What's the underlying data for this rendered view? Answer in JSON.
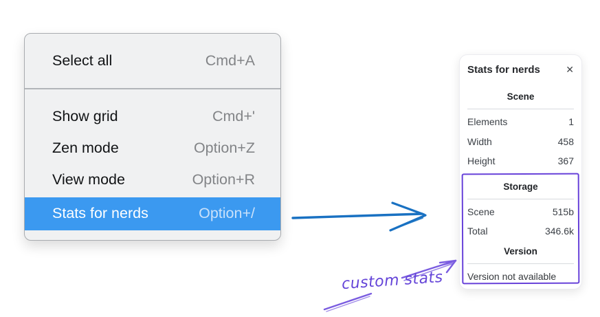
{
  "menu": {
    "items": [
      {
        "label": "Select all",
        "shortcut": "Cmd+A",
        "selected": false
      },
      {
        "label": "Show grid",
        "shortcut": "Cmd+'",
        "selected": false
      },
      {
        "label": "Zen mode",
        "shortcut": "Option+Z",
        "selected": false
      },
      {
        "label": "View mode",
        "shortcut": "Option+R",
        "selected": false
      },
      {
        "label": "Stats for nerds",
        "shortcut": "Option+/",
        "selected": true
      }
    ]
  },
  "stats_panel": {
    "title": "Stats for nerds",
    "sections": [
      {
        "heading": "Scene",
        "rows": [
          {
            "label": "Elements",
            "value": "1"
          },
          {
            "label": "Width",
            "value": "458"
          },
          {
            "label": "Height",
            "value": "367"
          }
        ]
      },
      {
        "heading": "Storage",
        "rows": [
          {
            "label": "Scene",
            "value": "515b"
          },
          {
            "label": "Total",
            "value": "346.6k"
          }
        ]
      },
      {
        "heading": "Version",
        "rows": [],
        "note": "Version not available"
      }
    ]
  },
  "annotation": {
    "label": "custom stats"
  },
  "icons": {
    "close": "✕"
  },
  "colors": {
    "highlight_blue": "#3b99f0",
    "arrow_blue": "#1971c2",
    "annotation_purple": "#6741d9"
  }
}
